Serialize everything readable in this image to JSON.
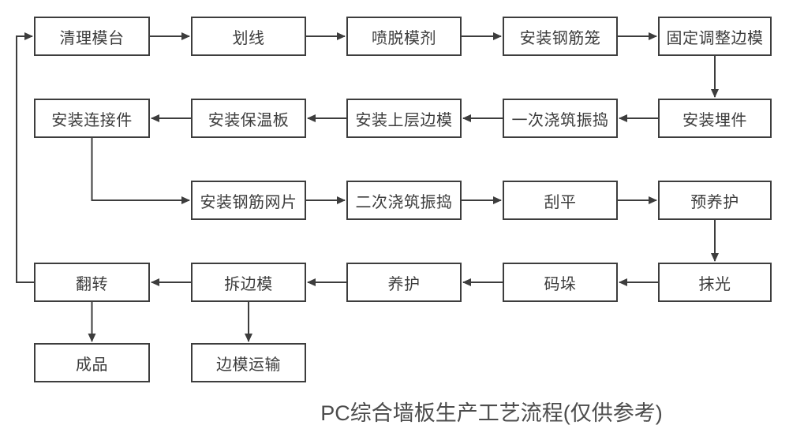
{
  "title": "PC综合墙板生产工艺流程(仅供参考)",
  "colors": {
    "background": "#ffffff",
    "node_border": "#3d3d3d",
    "node_fill": "#ffffff",
    "node_text": "#3c3c3c",
    "connector": "#3d3d3d",
    "title_text": "#4c4c4c"
  },
  "flowchart": {
    "nodes": [
      {
        "id": "clean-mold-table",
        "label": "清理模台",
        "row": 1,
        "col": 1
      },
      {
        "id": "marking-lines",
        "label": "划线",
        "row": 1,
        "col": 2
      },
      {
        "id": "spray-release-agent",
        "label": "喷脱模剂",
        "row": 1,
        "col": 3
      },
      {
        "id": "install-rebar-cage",
        "label": "安装钢筋笼",
        "row": 1,
        "col": 4
      },
      {
        "id": "fix-adjust-side-molds",
        "label": "固定调整边模",
        "row": 1,
        "col": 5
      },
      {
        "id": "install-embedded-parts",
        "label": "安装埋件",
        "row": 2,
        "col": 5
      },
      {
        "id": "first-pour-vibrate",
        "label": "一次浇筑振捣",
        "row": 2,
        "col": 4
      },
      {
        "id": "install-upper-side-mold",
        "label": "安装上层边模",
        "row": 2,
        "col": 3
      },
      {
        "id": "install-insulation-board",
        "label": "安装保温板",
        "row": 2,
        "col": 2
      },
      {
        "id": "install-connectors",
        "label": "安装连接件",
        "row": 2,
        "col": 1
      },
      {
        "id": "install-rebar-mesh",
        "label": "安装钢筋网片",
        "row": 3,
        "col": 2
      },
      {
        "id": "second-pour-vibrate",
        "label": "二次浇筑振捣",
        "row": 3,
        "col": 3
      },
      {
        "id": "screed-flat",
        "label": "刮平",
        "row": 3,
        "col": 4
      },
      {
        "id": "pre-curing",
        "label": "预养护",
        "row": 3,
        "col": 5
      },
      {
        "id": "trowel-polish",
        "label": "抹光",
        "row": 4,
        "col": 5
      },
      {
        "id": "stacking",
        "label": "码垛",
        "row": 4,
        "col": 4
      },
      {
        "id": "curing",
        "label": "养护",
        "row": 4,
        "col": 3
      },
      {
        "id": "remove-side-molds",
        "label": "拆边模",
        "row": 4,
        "col": 2
      },
      {
        "id": "flip",
        "label": "翻转",
        "row": 4,
        "col": 1
      },
      {
        "id": "finished-product",
        "label": "成品",
        "row": 5,
        "col": 1
      },
      {
        "id": "side-mold-transport",
        "label": "边模运输",
        "row": 5,
        "col": 2
      }
    ],
    "edges": [
      "清理模台→划线",
      "划线→喷脱模剂",
      "喷脱模剂→安装钢筋笼",
      "安装钢筋笼→固定调整边模",
      "固定调整边模→安装埋件",
      "安装埋件→一次浇筑振捣",
      "一次浇筑振捣→安装上层边模",
      "安装上层边模→安装保温板",
      "安装保温板→安装连接件",
      "安装连接件→安装钢筋网片",
      "安装钢筋网片→二次浇筑振捣",
      "二次浇筑振捣→刮平",
      "刮平→预养护",
      "预养护→抹光",
      "抹光→码垛",
      "码垛→养护",
      "养护→拆边模",
      "拆边模→翻转",
      "翻转→成品",
      "拆边模→边模运输",
      "翻转→清理模台"
    ]
  }
}
